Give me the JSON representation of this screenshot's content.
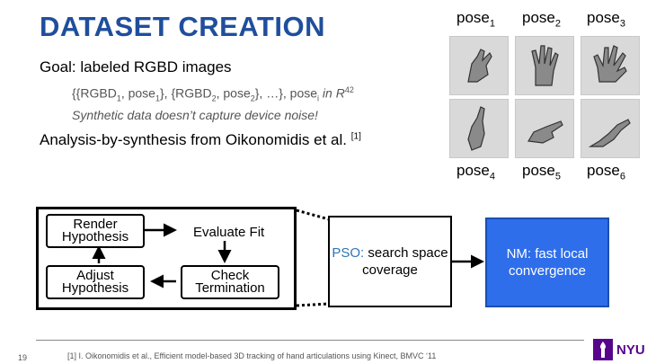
{
  "slide": {
    "title": "DATASET CREATION",
    "goal": "Goal: labeled RGBD images",
    "tuple": {
      "p1": "{{RGBD",
      "s1": "1",
      "p2": ", pose",
      "s2": "1",
      "p3": "}, {RGBD",
      "s3": "2",
      "p4": ", pose",
      "s4": "2",
      "p5": "}, …}, pose",
      "s5": "i",
      "p6": " in R",
      "sup": "42"
    },
    "synthetic_note": "Synthetic data doesn’t capture device noise!",
    "analysis": {
      "text": "Analysis-by-synthesis from Oikonomidis et al.",
      "ref_mark": "[1]"
    },
    "slide_number": "19",
    "reference": "[1] I. Oikonomidis et al., Efficient model-based 3D tracking of hand articulations using Kinect, BMVC ‘11"
  },
  "poses": [
    {
      "base": "pose",
      "sub": "1"
    },
    {
      "base": "pose",
      "sub": "2"
    },
    {
      "base": "pose",
      "sub": "3"
    },
    {
      "base": "pose",
      "sub": "4"
    },
    {
      "base": "pose",
      "sub": "5"
    },
    {
      "base": "pose",
      "sub": "6"
    }
  ],
  "loop": {
    "render": "Render Hypothesis",
    "evaluate": "Evaluate Fit",
    "adjust": "Adjust Hypothesis",
    "check": "Check Termination"
  },
  "pso": {
    "label": "PSO:",
    "text": " search space coverage"
  },
  "nm": {
    "text": "NM: fast local convergence"
  },
  "logo": {
    "text": "NYU"
  },
  "colors": {
    "title": "#1f4e9c",
    "pso_label": "#2e75b6",
    "nm_fill": "#2f6eea",
    "nyu_purple": "#57068c"
  }
}
